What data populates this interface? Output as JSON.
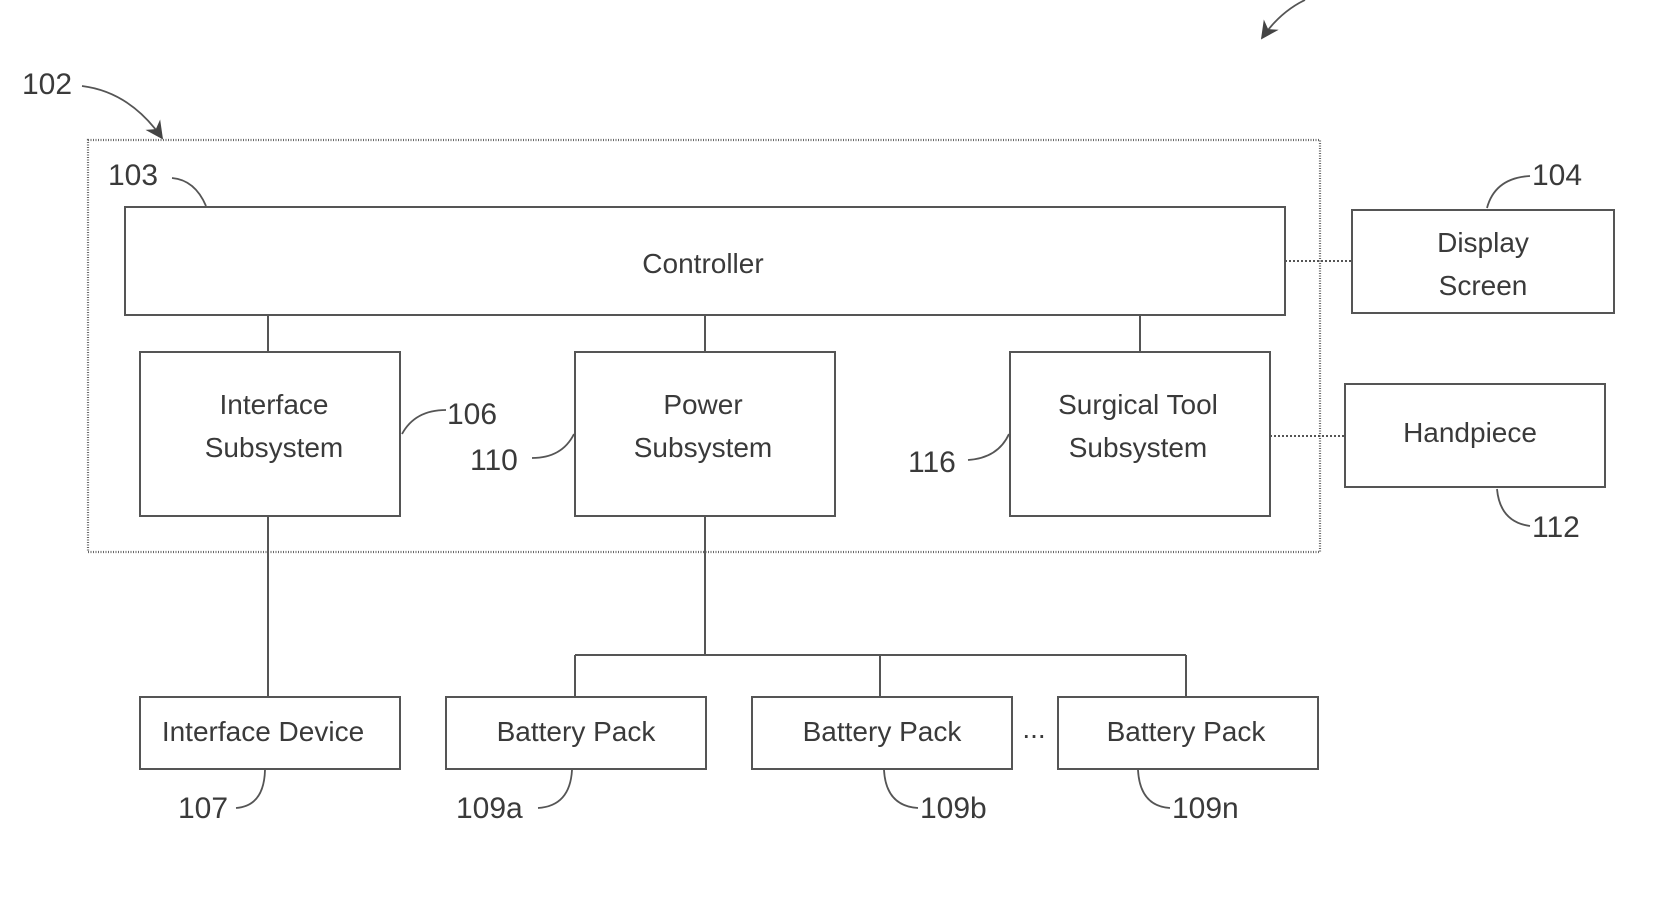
{
  "blocks": {
    "controller": "Controller",
    "display_screen": [
      "Display",
      "Screen"
    ],
    "interface_subsystem": [
      "Interface",
      "Subsystem"
    ],
    "power_subsystem": [
      "Power",
      "Subsystem"
    ],
    "surgical_tool_subsystem": [
      "Surgical Tool",
      "Subsystem"
    ],
    "handpiece": "Handpiece",
    "interface_device": "Interface Device",
    "battery_pack_a": "Battery Pack",
    "battery_pack_b": "Battery Pack",
    "battery_pack_n": "Battery Pack",
    "ellipsis": "..."
  },
  "refs": {
    "system": "102",
    "controller": "103",
    "display_screen": "104",
    "interface_subsystem": "106",
    "interface_device": "107",
    "battery_pack_a": "109a",
    "battery_pack_b": "109b",
    "battery_pack_n": "109n",
    "power_subsystem": "110",
    "handpiece": "112",
    "surgical_tool_subsystem": "116"
  }
}
